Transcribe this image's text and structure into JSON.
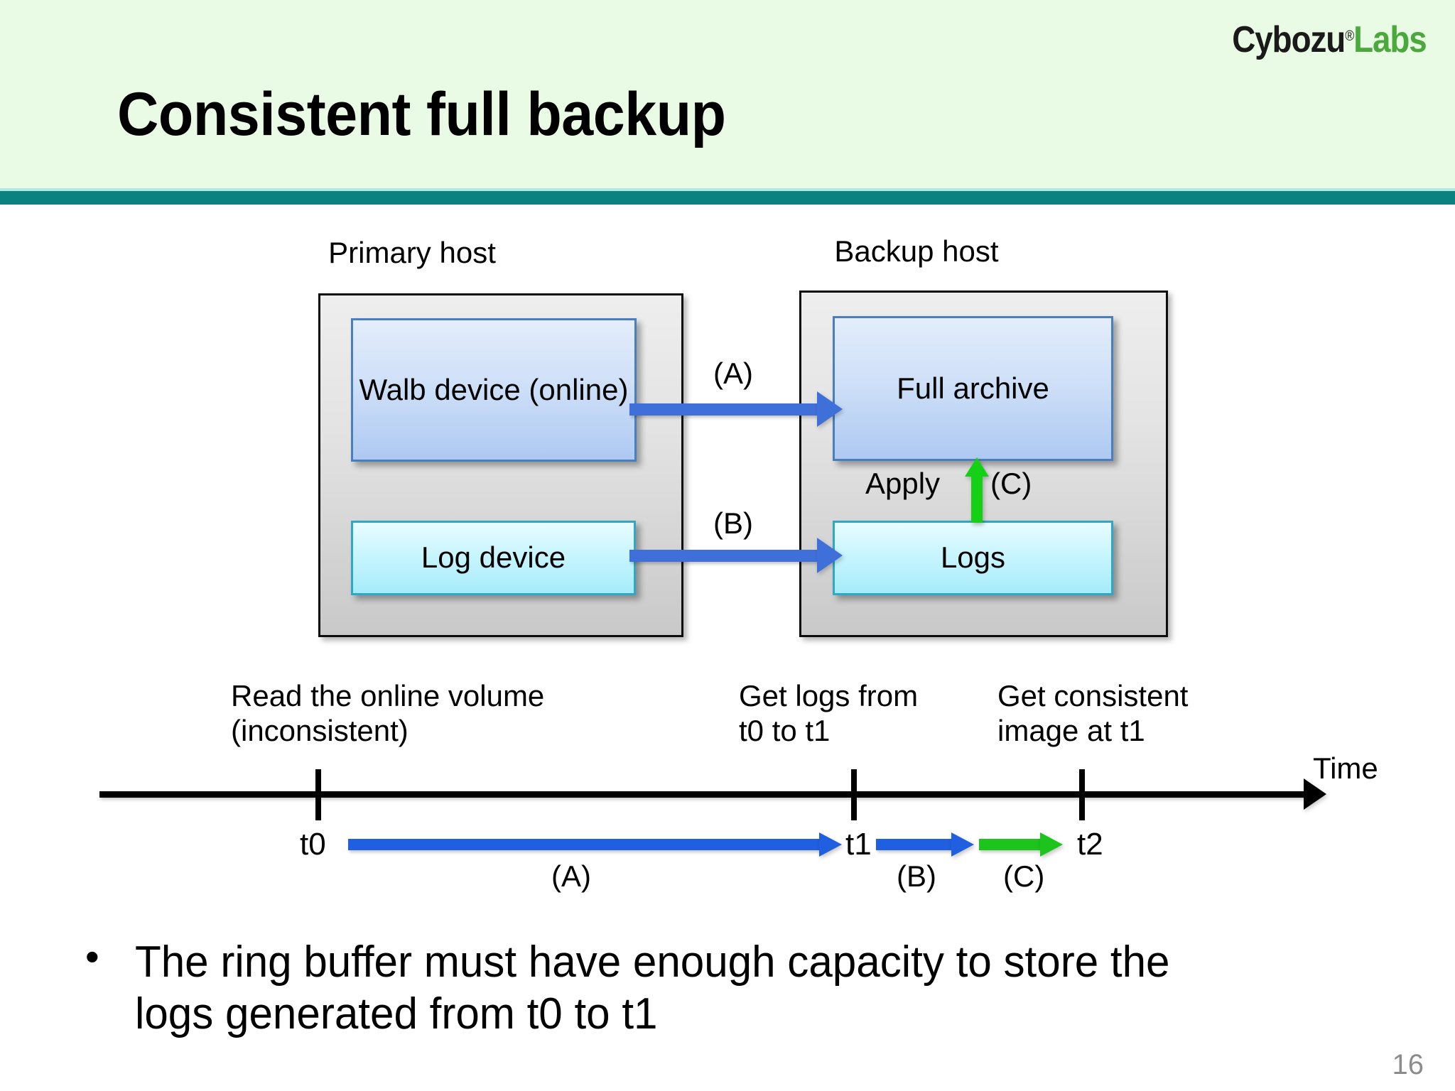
{
  "header": {
    "title": "Consistent full backup",
    "brand": {
      "name_dark": "Cybozu",
      "registered_mark": "®",
      "name_green": "Labs"
    },
    "band_color": "#e9fbe4",
    "rule_color": "#0b8280"
  },
  "diagram": {
    "primary_host_label": "Primary host",
    "backup_host_label": "Backup host",
    "nodes": {
      "walb_device": "Walb device\n(online)",
      "full_archive": "Full archive",
      "log_device": "Log device",
      "logs": "Logs"
    },
    "flows": {
      "a_label": "(A)",
      "b_label": "(B)",
      "c_label": "(C)",
      "apply_label": "Apply"
    },
    "colors": {
      "blue_arrow": "#3f6fd8",
      "green_arrow": "#15d115",
      "blue_node": "#cfe0f8",
      "cyan_node": "#ccf6fe",
      "host_fill": "#e0e0e0"
    }
  },
  "timeline": {
    "captions": [
      "Read the online volume\n(inconsistent)",
      "Get logs from\nt0 to t1",
      "Get consistent\nimage at t1"
    ],
    "axis_label": "Time",
    "ticks": [
      "t0",
      "t1",
      "t2"
    ],
    "segments": [
      {
        "label": "(A)",
        "from": "t0",
        "to": "t1",
        "color": "#1f5fe0"
      },
      {
        "label": "(B)",
        "from": "t1",
        "to": "",
        "color": "#1f5fe0"
      },
      {
        "label": "(C)",
        "from": "",
        "to": "t2",
        "color": "#1cc41c"
      }
    ]
  },
  "body": {
    "bullet_marker": "•",
    "bullet_text": "The ring buffer must have enough capacity to store the\nlogs generated from t0 to t1"
  },
  "footer": {
    "page_number": "16"
  }
}
